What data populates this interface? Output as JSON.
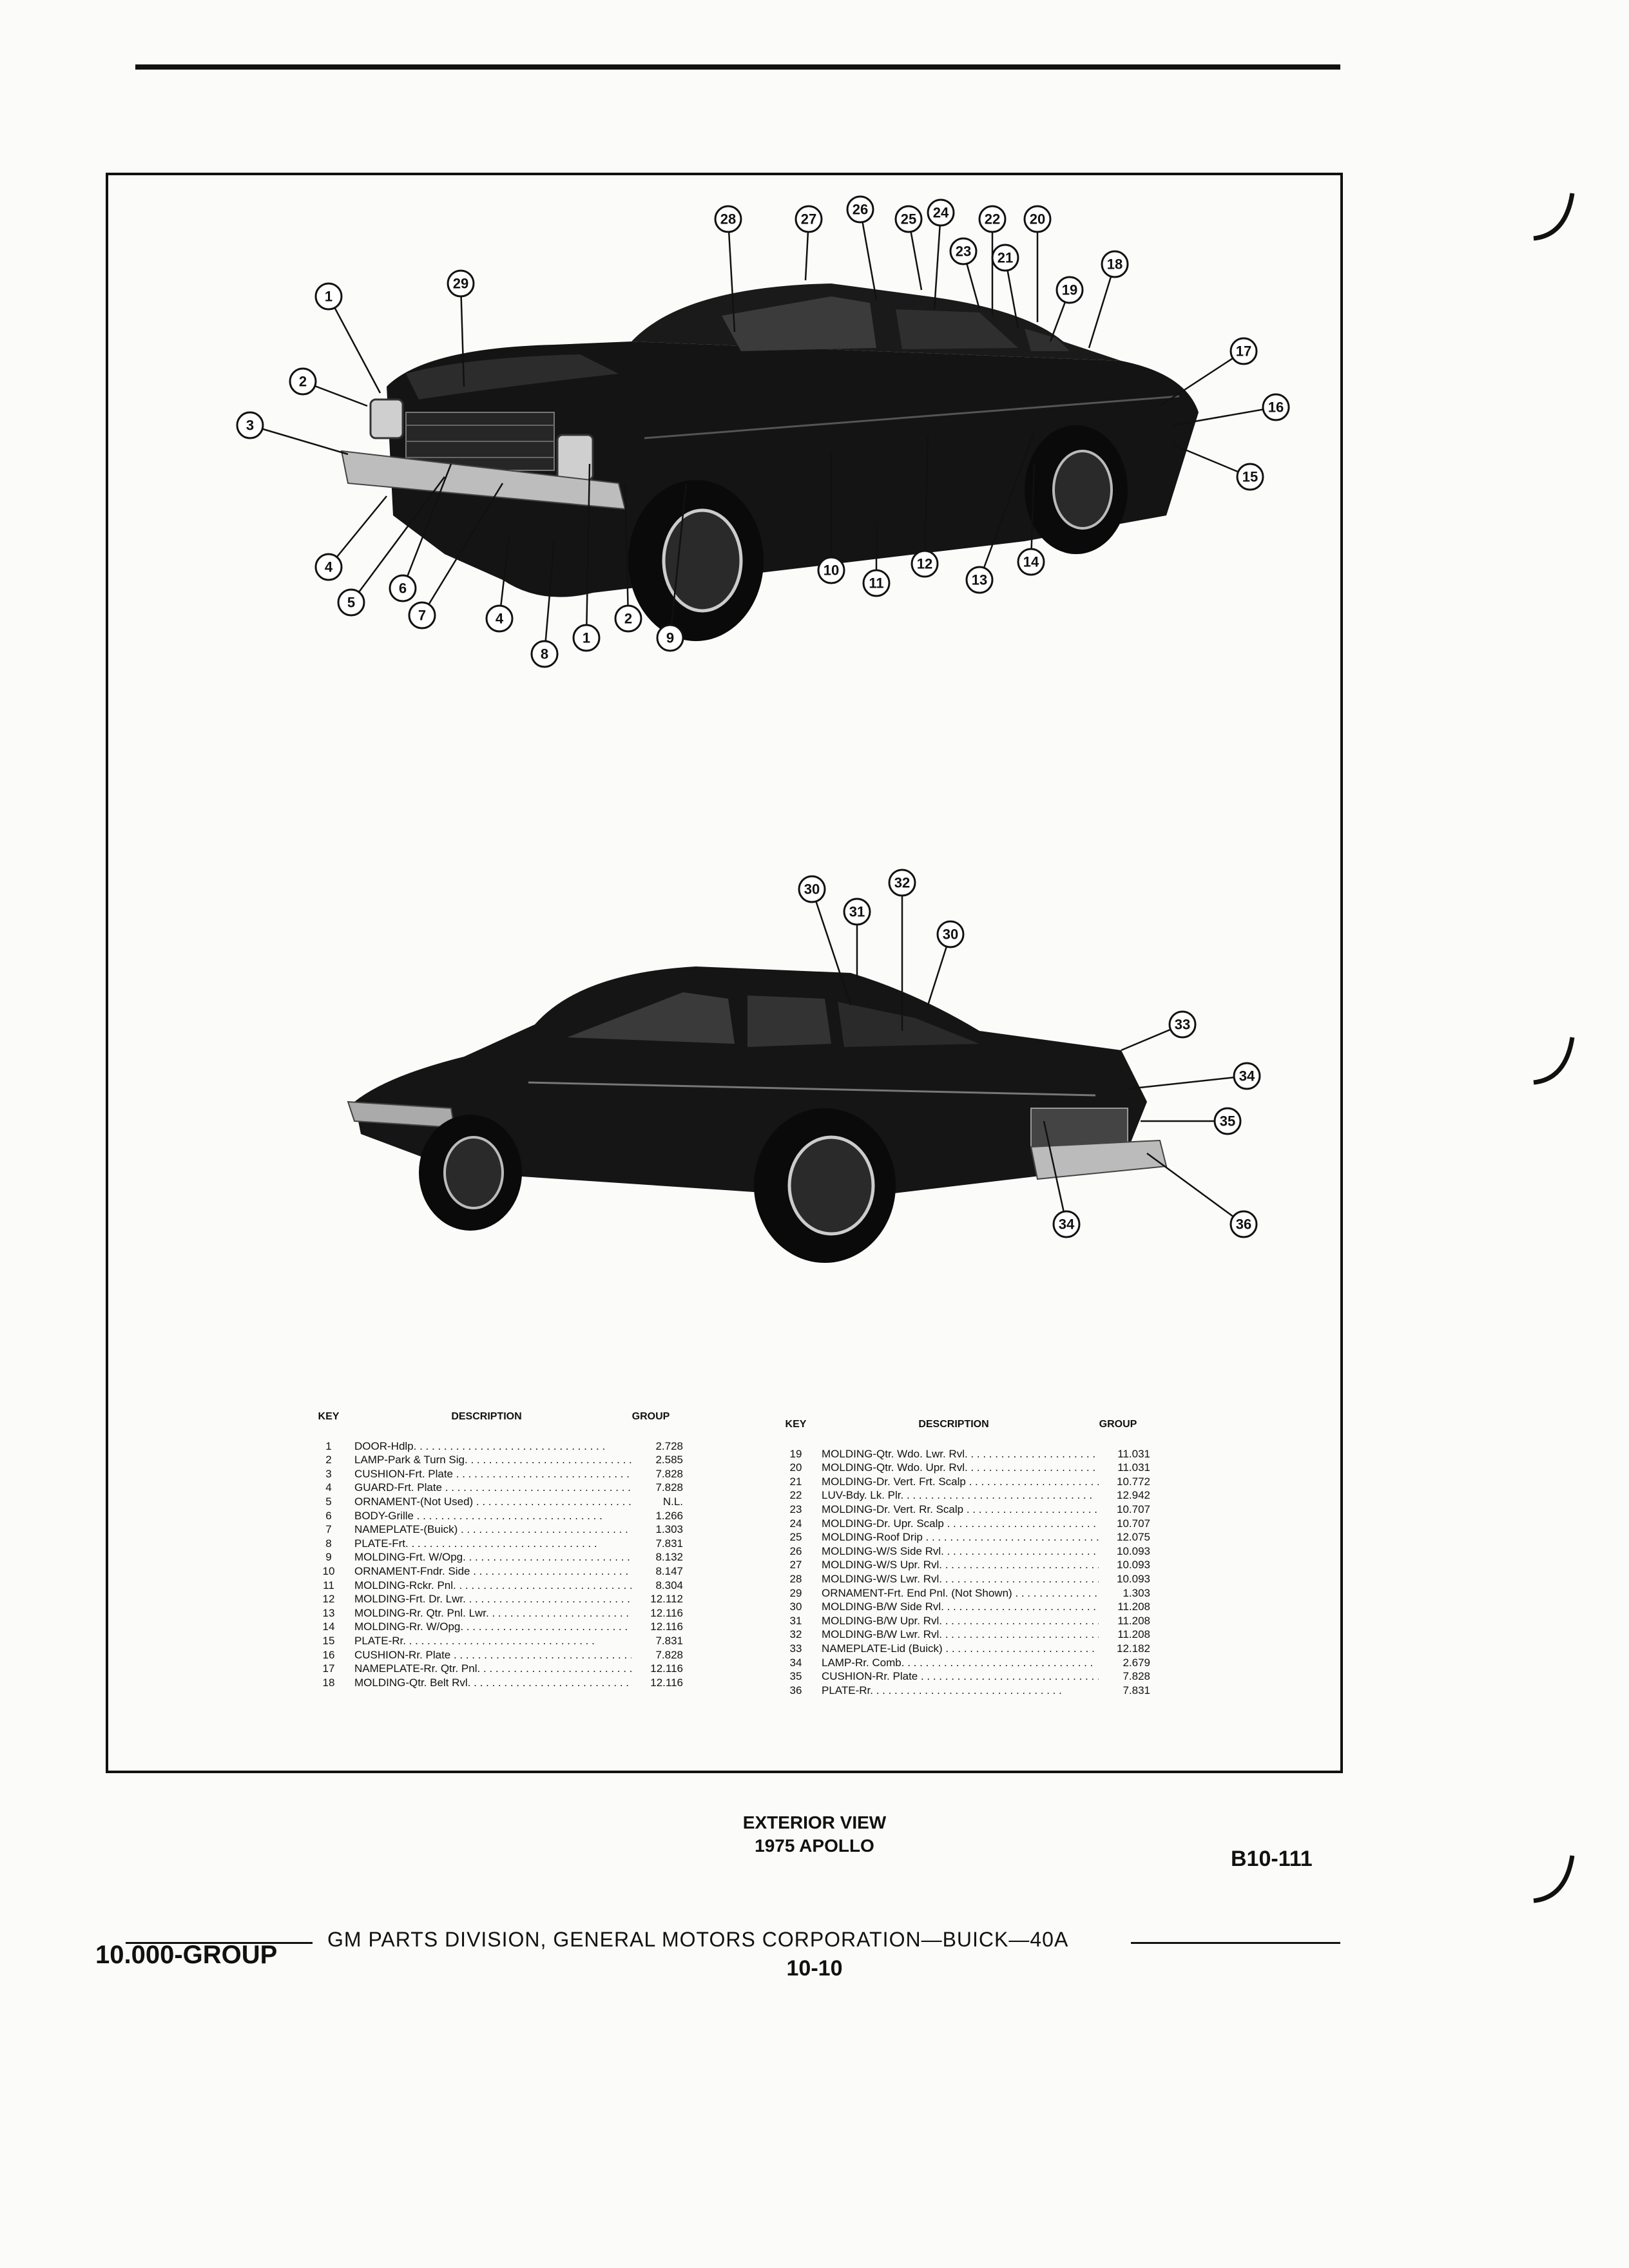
{
  "figure": {
    "caption_line1": "EXTERIOR VIEW",
    "caption_line2": "1975 APOLLO",
    "figure_number": "B10-111"
  },
  "callouts_front": [
    "1",
    "2",
    "3",
    "4",
    "5",
    "6",
    "7",
    "4",
    "8",
    "1",
    "2",
    "9",
    "10",
    "11",
    "12",
    "13",
    "14",
    "15",
    "16",
    "17",
    "18",
    "19",
    "20",
    "21",
    "22",
    "23",
    "24",
    "25",
    "26",
    "27",
    "28",
    "29"
  ],
  "callouts_rear": [
    "30",
    "31",
    "32",
    "30",
    "33",
    "34",
    "35",
    "34",
    "36"
  ],
  "table_headers": {
    "key": "KEY",
    "description": "DESCRIPTION",
    "group": "GROUP"
  },
  "parts_left": [
    {
      "key": "1",
      "desc": "DOOR-Hdlp.",
      "group": "2.728"
    },
    {
      "key": "2",
      "desc": "LAMP-Park & Turn Sig.",
      "group": "2.585"
    },
    {
      "key": "3",
      "desc": "CUSHION-Frt. Plate",
      "group": "7.828"
    },
    {
      "key": "4",
      "desc": "GUARD-Frt. Plate",
      "group": "7.828"
    },
    {
      "key": "5",
      "desc": "ORNAMENT-(Not Used)",
      "group": "N.L."
    },
    {
      "key": "6",
      "desc": "BODY-Grille",
      "group": "1.266"
    },
    {
      "key": "7",
      "desc": "NAMEPLATE-(Buick)",
      "group": "1.303"
    },
    {
      "key": "8",
      "desc": "PLATE-Frt.",
      "group": "7.831"
    },
    {
      "key": "9",
      "desc": "MOLDING-Frt. W/Opg.",
      "group": "8.132"
    },
    {
      "key": "10",
      "desc": "ORNAMENT-Fndr. Side",
      "group": "8.147"
    },
    {
      "key": "11",
      "desc": "MOLDING-Rckr. Pnl.",
      "group": "8.304"
    },
    {
      "key": "12",
      "desc": "MOLDING-Frt. Dr. Lwr.",
      "group": "12.112"
    },
    {
      "key": "13",
      "desc": "MOLDING-Rr. Qtr. Pnl. Lwr.",
      "group": "12.116"
    },
    {
      "key": "14",
      "desc": "MOLDING-Rr. W/Opg.",
      "group": "12.116"
    },
    {
      "key": "15",
      "desc": "PLATE-Rr.",
      "group": "7.831"
    },
    {
      "key": "16",
      "desc": "CUSHION-Rr. Plate",
      "group": "7.828"
    },
    {
      "key": "17",
      "desc": "NAMEPLATE-Rr. Qtr. Pnl.",
      "group": "12.116"
    },
    {
      "key": "18",
      "desc": "MOLDING-Qtr. Belt Rvl.",
      "group": "12.116"
    }
  ],
  "parts_right": [
    {
      "key": "19",
      "desc": "MOLDING-Qtr. Wdo. Lwr. Rvl.",
      "group": "11.031"
    },
    {
      "key": "20",
      "desc": "MOLDING-Qtr. Wdo. Upr. Rvl.",
      "group": "11.031"
    },
    {
      "key": "21",
      "desc": "MOLDING-Dr. Vert. Frt. Scalp",
      "group": "10.772"
    },
    {
      "key": "22",
      "desc": "LUV-Bdy. Lk. Plr.",
      "group": "12.942"
    },
    {
      "key": "23",
      "desc": "MOLDING-Dr. Vert. Rr. Scalp",
      "group": "10.707"
    },
    {
      "key": "24",
      "desc": "MOLDING-Dr. Upr. Scalp",
      "group": "10.707"
    },
    {
      "key": "25",
      "desc": "MOLDING-Roof Drip",
      "group": "12.075"
    },
    {
      "key": "26",
      "desc": "MOLDING-W/S Side Rvl.",
      "group": "10.093"
    },
    {
      "key": "27",
      "desc": "MOLDING-W/S Upr. Rvl.",
      "group": "10.093"
    },
    {
      "key": "28",
      "desc": "MOLDING-W/S Lwr. Rvl.",
      "group": "10.093"
    },
    {
      "key": "29",
      "desc": "ORNAMENT-Frt. End Pnl. (Not Shown)",
      "group": "1.303"
    },
    {
      "key": "30",
      "desc": "MOLDING-B/W Side Rvl.",
      "group": "11.208"
    },
    {
      "key": "31",
      "desc": "MOLDING-B/W Upr. Rvl.",
      "group": "11.208"
    },
    {
      "key": "32",
      "desc": "MOLDING-B/W Lwr. Rvl.",
      "group": "11.208"
    },
    {
      "key": "33",
      "desc": "NAMEPLATE-Lid (Buick)",
      "group": "12.182"
    },
    {
      "key": "34",
      "desc": "LAMP-Rr. Comb.",
      "group": "2.679"
    },
    {
      "key": "35",
      "desc": "CUSHION-Rr. Plate",
      "group": "7.828"
    },
    {
      "key": "36",
      "desc": "PLATE-Rr.",
      "group": "7.831"
    }
  ],
  "footer": {
    "group_label": "10.000-GROUP",
    "corporation": "GM PARTS DIVISION, GENERAL MOTORS CORPORATION—BUICK—40A",
    "page_number": "10-10"
  }
}
